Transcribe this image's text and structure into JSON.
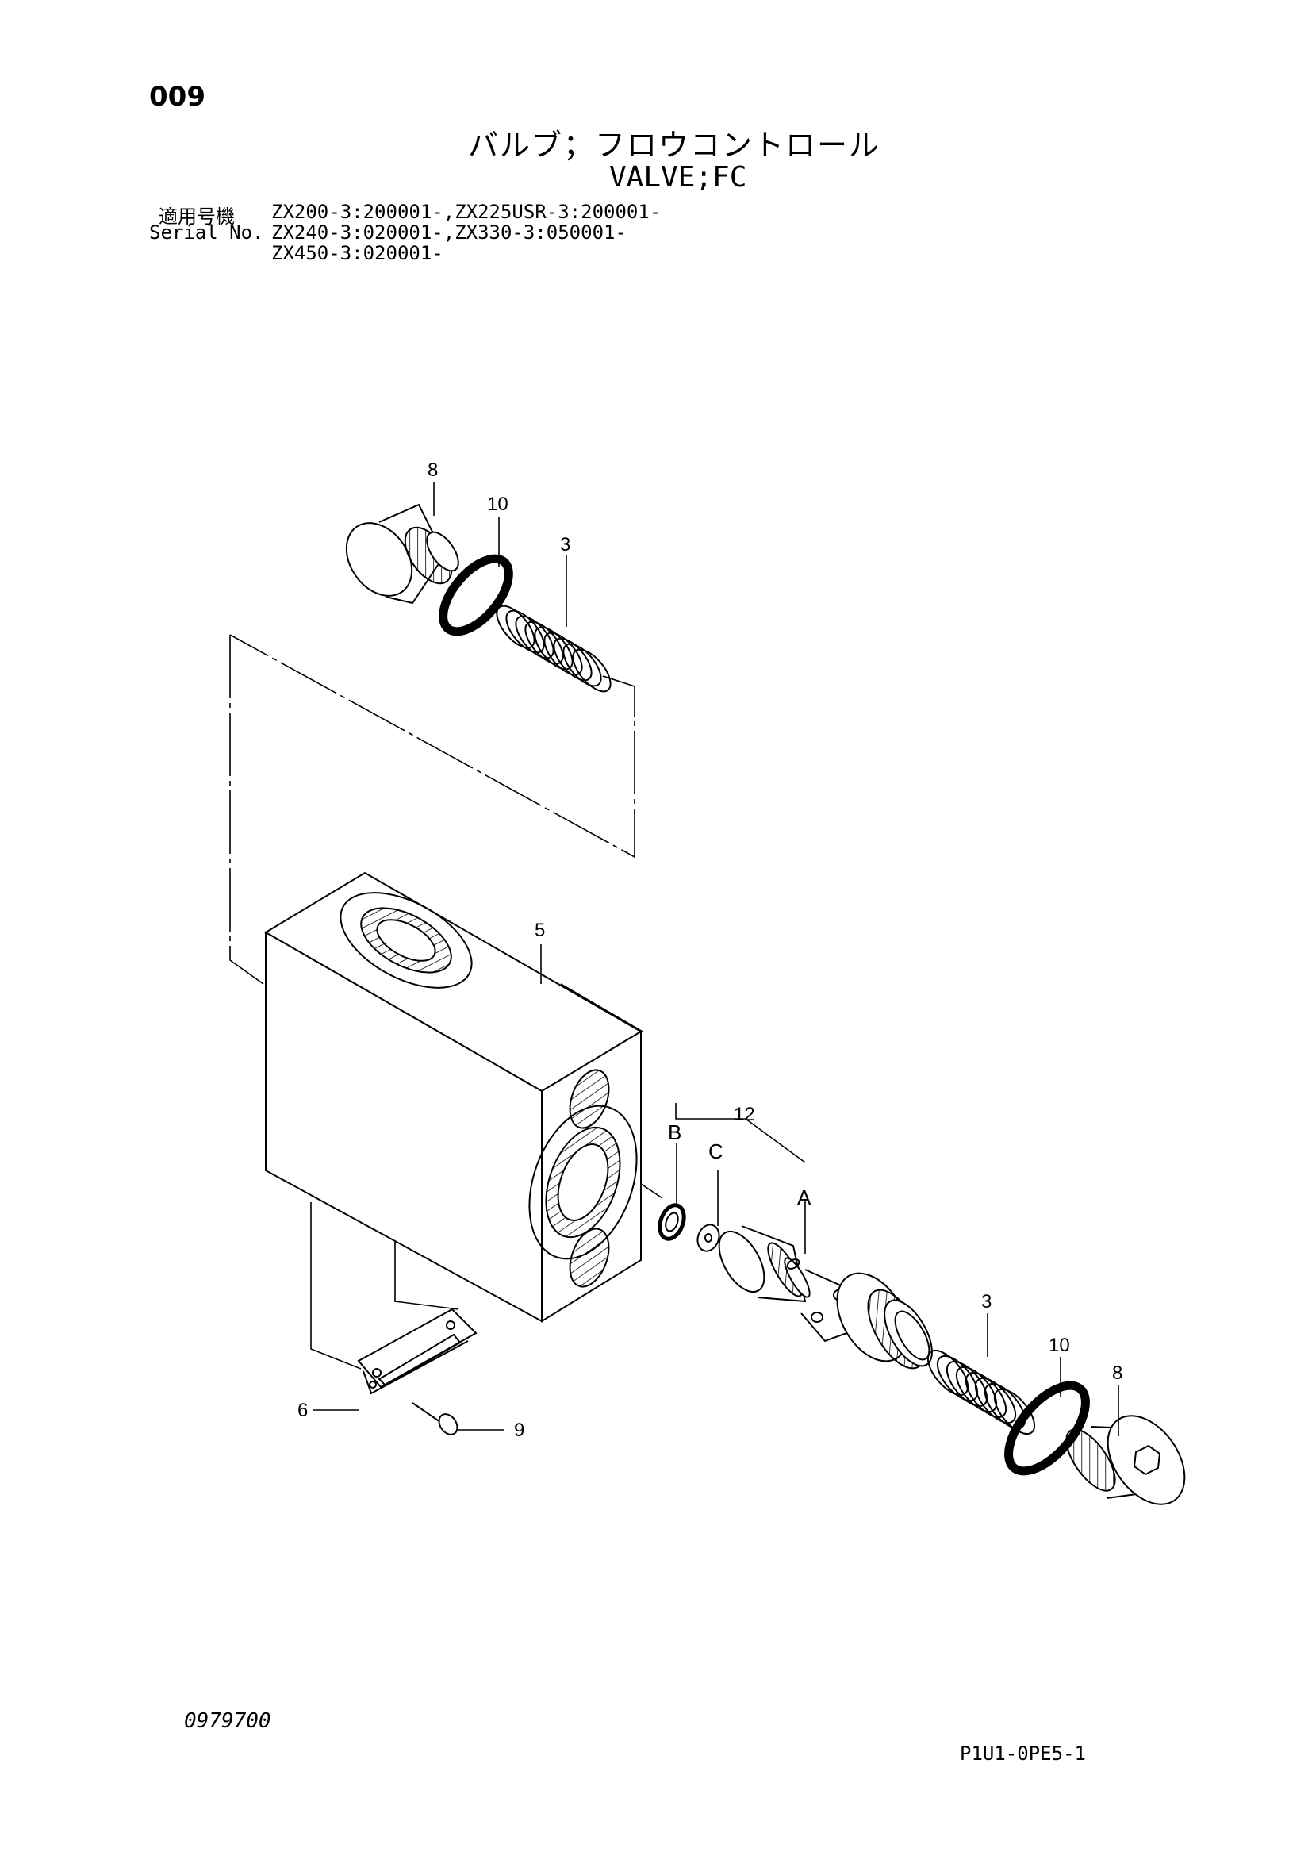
{
  "page_number": "009",
  "title_ja": "バルブ；フロウコントロール",
  "title_en": "VALVE;FC",
  "serial": {
    "label_ja": "適用号機",
    "label_en": "Serial No.",
    "lines": [
      "ZX200-3:200001-,ZX225USR-3:200001-",
      "ZX240-3:020001-,ZX330-3:050001-",
      "ZX450-3:020001-"
    ]
  },
  "callouts": {
    "p8_top": "8",
    "p10_top": "10",
    "p3_top": "3",
    "p5": "5",
    "p12": "12",
    "pB": "B",
    "pC": "C",
    "pA": "A",
    "p3_bot": "3",
    "p10_bot": "10",
    "p8_bot": "8",
    "p6": "6",
    "p9": "9"
  },
  "footer_left": "0979700",
  "footer_right": "P1U1-0PE5-1"
}
